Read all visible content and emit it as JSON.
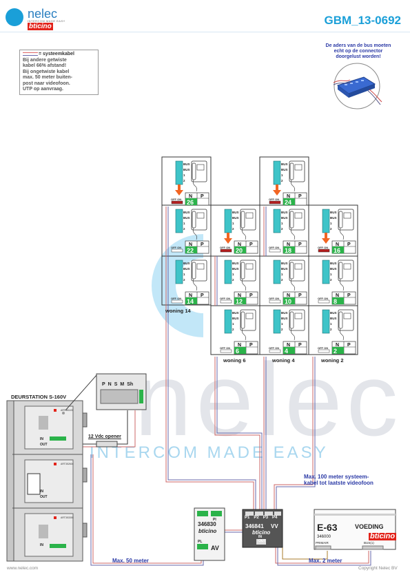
{
  "header": {
    "doc_code": "GBM_13-0692",
    "brand": "nelec",
    "brand_tagline": "INTERCOM MADE EASY",
    "brand_partner": "bticino"
  },
  "notes": {
    "cable_legend": "= systeemkabel",
    "cable_lines": [
      "Bij andere getwiste",
      "kabel 66% afstand!",
      "Bij ongetwiste kabel",
      "max. 50 meter buiten-",
      "post naar videofoon.",
      "UTP op aanvraag."
    ],
    "connector_note": [
      "De aders van de bus moeten",
      "echt op de connector",
      "doorgelust worden!"
    ]
  },
  "watermark": {
    "word": "nelec",
    "tagline": "INTERCOM MADE EASY"
  },
  "monitor": {
    "terminal_labels": [
      "BUS",
      "BUS",
      "1",
      "2"
    ],
    "n_label": "N",
    "p_label": "P",
    "switch_label": "OFF ON"
  },
  "apartments": [
    {
      "label": "woning 14",
      "units": [
        {
          "n": "26",
          "terminator": true
        },
        {
          "n": "22",
          "terminator": false
        },
        {
          "n": "14",
          "terminator": false
        }
      ]
    },
    {
      "label": "woning 6",
      "units": [
        {
          "n": "20",
          "terminator": true
        },
        {
          "n": "12",
          "terminator": false
        },
        {
          "n": "6",
          "terminator": false
        }
      ]
    },
    {
      "label": "woning 4",
      "units": [
        {
          "n": "24",
          "terminator": true
        },
        {
          "n": "18",
          "terminator": false
        },
        {
          "n": "10",
          "terminator": false
        },
        {
          "n": "4",
          "terminator": false
        }
      ]
    },
    {
      "label": "woning 2",
      "units": [
        {
          "n": "16",
          "terminator": true
        },
        {
          "n": "8",
          "terminator": false
        },
        {
          "n": "2",
          "terminator": false
        }
      ]
    }
  ],
  "door_station": {
    "title": "DEURSTATION S-160V",
    "module_codes": [
      "ART351100",
      "ART352604",
      "ART353300"
    ],
    "terminal_labels": [
      "P",
      "N",
      "S",
      "M",
      "Sh"
    ],
    "io": [
      "IN",
      "OUT"
    ]
  },
  "opener": {
    "label": "12 Vdc opener"
  },
  "distributor": {
    "code": "346841",
    "brand": "bticino",
    "ports": [
      "P1",
      "P2",
      "P3",
      "P4"
    ],
    "mode": "VV",
    "io": [
      "IN",
      "OUT"
    ]
  },
  "av_module": {
    "code": "346830",
    "brand": "bticino",
    "mode": "AV",
    "terminals": [
      "PI",
      "PL"
    ]
  },
  "power": {
    "model": "E-63",
    "title": "VOEDING",
    "code": "346000",
    "brand": "bticino",
    "terms": [
      "PRIMAIR",
      "BUS(1)"
    ]
  },
  "distances": {
    "max100": [
      "Max. 100 meter systeem-",
      "kabel tot laatste videofoon"
    ],
    "max50": "Max. 50 meter",
    "max2": "Max. 2 meter"
  },
  "footer": {
    "website": "www.nelec.com",
    "copyright": "Copyright Nelec BV"
  },
  "colors": {
    "accent": "#1a9fd8",
    "label_blue": "#2b3aa6",
    "terminal_green": "#2bb34a",
    "terminator_arrow": "#f26522",
    "brand_red": "#e2231a"
  }
}
